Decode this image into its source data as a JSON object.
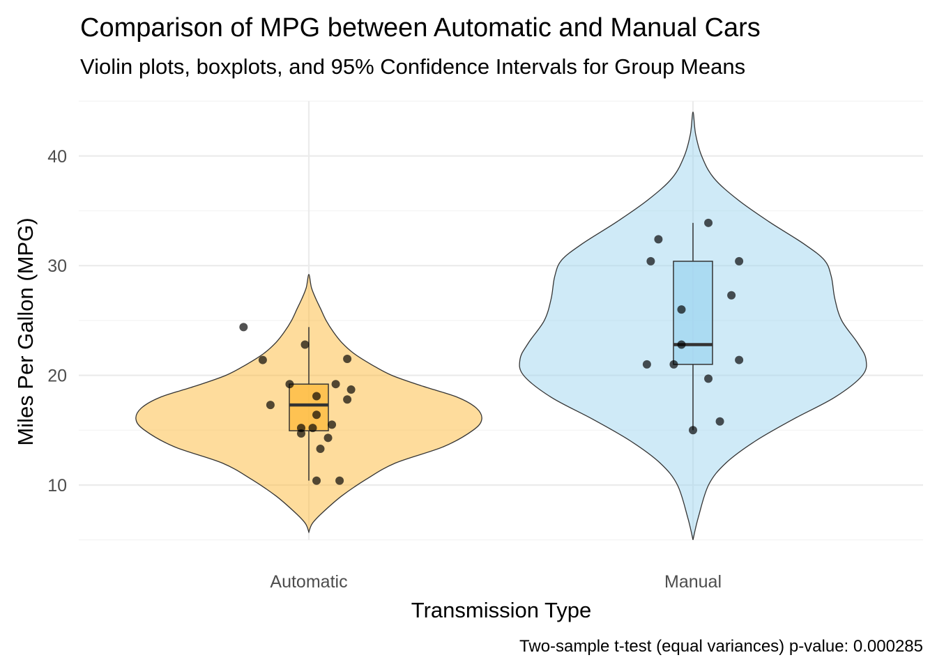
{
  "chart_data": {
    "type": "violin",
    "title": "Comparison of MPG between Automatic and Manual Cars",
    "subtitle": "Violin plots, boxplots, and 95% Confidence Intervals for Group Means",
    "xlabel": "Transmission Type",
    "ylabel": "Miles Per Gallon (MPG)",
    "caption": "Two-sample t-test (equal variances) p-value: 0.000285",
    "ylim": [
      4.9,
      45.5
    ],
    "yticks": [
      10,
      20,
      30,
      40
    ],
    "grid": true,
    "legend": "none",
    "categories": [
      "Automatic",
      "Manual"
    ],
    "groups": [
      {
        "category": "Automatic",
        "color": "#fdb93a",
        "box": {
          "min": 10.4,
          "q1": 14.95,
          "median": 17.3,
          "q3": 19.2,
          "max": 24.4
        },
        "violin": {
          "ymin": 5.7,
          "ymax": 29.2,
          "profile": [
            [
              5.7,
              0.0
            ],
            [
              6.5,
              0.02
            ],
            [
              7.5,
              0.08
            ],
            [
              9.0,
              0.19
            ],
            [
              10.5,
              0.33
            ],
            [
              12.0,
              0.5
            ],
            [
              13.5,
              0.78
            ],
            [
              15.0,
              0.95
            ],
            [
              16.0,
              1.0
            ],
            [
              17.0,
              0.97
            ],
            [
              18.0,
              0.86
            ],
            [
              19.0,
              0.66
            ],
            [
              20.0,
              0.48
            ],
            [
              21.0,
              0.36
            ],
            [
              22.0,
              0.26
            ],
            [
              23.0,
              0.19
            ],
            [
              24.0,
              0.14
            ],
            [
              25.0,
              0.1
            ],
            [
              26.0,
              0.07
            ],
            [
              27.0,
              0.04
            ],
            [
              28.0,
              0.015
            ],
            [
              29.2,
              0.0
            ]
          ]
        },
        "points": [
          [
            -0.17,
            24.4
          ],
          [
            -0.12,
            21.4
          ],
          [
            -0.05,
            19.2
          ],
          [
            -0.1,
            17.3
          ],
          [
            -0.01,
            22.8
          ],
          [
            0.02,
            18.1
          ],
          [
            0.02,
            16.4
          ],
          [
            0.01,
            15.2
          ],
          [
            -0.02,
            15.2
          ],
          [
            -0.02,
            14.7
          ],
          [
            0.03,
            13.3
          ],
          [
            0.05,
            14.3
          ],
          [
            0.06,
            15.5
          ],
          [
            0.07,
            19.2
          ],
          [
            0.1,
            17.8
          ],
          [
            0.11,
            18.7
          ],
          [
            0.1,
            21.5
          ],
          [
            0.02,
            10.4
          ],
          [
            0.08,
            10.4
          ]
        ]
      },
      {
        "category": "Manual",
        "color": "#9fd5f0",
        "box": {
          "min": 15.0,
          "q1": 21.0,
          "median": 22.8,
          "q3": 30.4,
          "max": 33.9
        },
        "violin": {
          "ymin": 5.0,
          "ymax": 44.0,
          "profile": [
            [
              5.0,
              0.0
            ],
            [
              7.0,
              0.03
            ],
            [
              10.0,
              0.09
            ],
            [
              12.0,
              0.19
            ],
            [
              14.0,
              0.36
            ],
            [
              16.0,
              0.58
            ],
            [
              18.0,
              0.82
            ],
            [
              20.0,
              0.98
            ],
            [
              21.5,
              1.0
            ],
            [
              23.0,
              0.95
            ],
            [
              25.0,
              0.86
            ],
            [
              27.0,
              0.82
            ],
            [
              29.0,
              0.8
            ],
            [
              30.5,
              0.76
            ],
            [
              32.0,
              0.64
            ],
            [
              34.0,
              0.44
            ],
            [
              36.0,
              0.26
            ],
            [
              38.0,
              0.12
            ],
            [
              40.0,
              0.05
            ],
            [
              42.0,
              0.015
            ],
            [
              44.0,
              0.0
            ]
          ]
        },
        "points": [
          [
            -0.09,
            32.4
          ],
          [
            -0.11,
            30.4
          ],
          [
            -0.12,
            21.0
          ],
          [
            -0.05,
            21.0
          ],
          [
            -0.03,
            26.0
          ],
          [
            -0.03,
            22.8
          ],
          [
            0.04,
            19.7
          ],
          [
            0.0,
            15.0
          ],
          [
            0.04,
            33.9
          ],
          [
            0.12,
            30.4
          ],
          [
            0.1,
            27.3
          ],
          [
            0.12,
            21.4
          ],
          [
            0.07,
            15.8
          ]
        ]
      }
    ]
  }
}
